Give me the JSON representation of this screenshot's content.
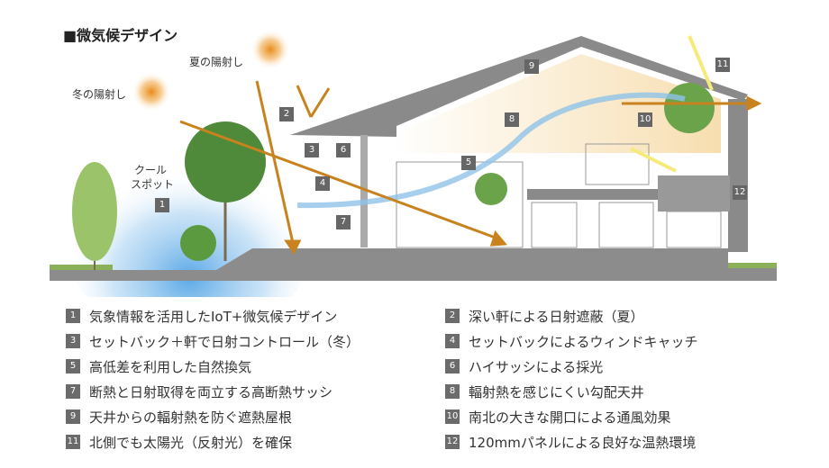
{
  "title": "■微気候デザイン",
  "labels": {
    "summer_sun": "夏の陽射し",
    "winter_sun": "冬の陽射し",
    "cool_spot_1": "クール",
    "cool_spot_2": "スポット"
  },
  "colors": {
    "roof": "#8a8a8a",
    "arrow": "#c8821e",
    "wind": "#8fc3e8",
    "badge": "#666666"
  },
  "badges": [
    "1",
    "2",
    "3",
    "4",
    "5",
    "6",
    "7",
    "8",
    "9",
    "10",
    "11",
    "12"
  ],
  "legend_left": [
    {
      "n": "1",
      "text": "気象情報を活用したIoT+微気候デザイン"
    },
    {
      "n": "3",
      "text": "セットバック＋軒で日射コントロール（冬）"
    },
    {
      "n": "5",
      "text": "高低差を利用した自然換気"
    },
    {
      "n": "7",
      "text": "断熱と日射取得を両立する高断熱サッシ"
    },
    {
      "n": "9",
      "text": "天井からの輻射熱を防ぐ遮熱屋根"
    },
    {
      "n": "11",
      "text": "北側でも太陽光（反射光）を確保"
    }
  ],
  "legend_right": [
    {
      "n": "2",
      "text": "深い軒による日射遮蔽（夏）"
    },
    {
      "n": "4",
      "text": "セットバックによるウィンドキャッチ"
    },
    {
      "n": "6",
      "text": "ハイサッシによる採光"
    },
    {
      "n": "8",
      "text": "輻射熱を感じにくい勾配天井"
    },
    {
      "n": "10",
      "text": "南北の大きな開口による通風効果"
    },
    {
      "n": "12",
      "text": "120mmパネルによる良好な温熱環境"
    }
  ]
}
